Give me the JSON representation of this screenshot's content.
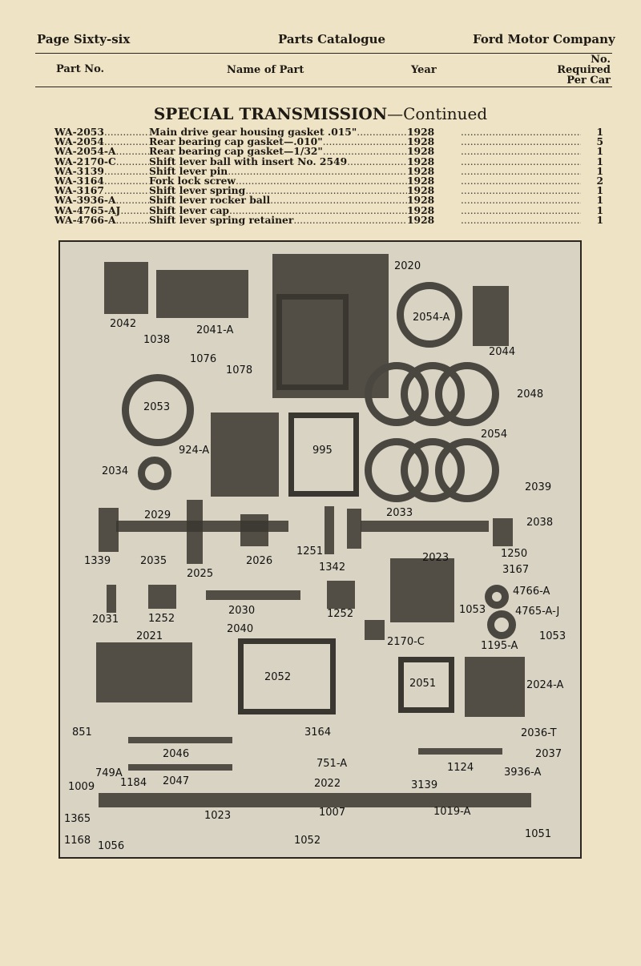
{
  "header": {
    "page": "Page Sixty-six",
    "catalogue": "Parts Catalogue",
    "company": "Ford Motor Company"
  },
  "columns": {
    "part_no": "Part No.",
    "name": "Name of Part",
    "year": "Year",
    "required_1": "No.",
    "required_2": "Required",
    "required_3": "Per Car"
  },
  "title": {
    "main": "SPECIAL TRANSMISSION",
    "cont": "—Continued"
  },
  "parts": [
    {
      "pn": "WA-2053",
      "name": "Main drive gear housing gasket .015\"",
      "year": "1928",
      "qty": "1"
    },
    {
      "pn": "WA-2054",
      "name": "Rear bearing cap gasket—.010\"",
      "year": "1928",
      "qty": "5"
    },
    {
      "pn": "WA-2054-A",
      "name": "Rear bearing cap gasket—1/32\"",
      "year": "1928",
      "qty": "1"
    },
    {
      "pn": "WA-2170-C",
      "name": "Shift lever ball with insert No. 2549",
      "year": "1928",
      "qty": "1"
    },
    {
      "pn": "WA-3139",
      "name": "Shift lever pin",
      "year": "1928",
      "qty": "1"
    },
    {
      "pn": "WA-3164",
      "name": "Fork lock screw",
      "year": "1928",
      "qty": "2"
    },
    {
      "pn": "WA-3167",
      "name": "Shift lever spring",
      "year": "1928",
      "qty": "1"
    },
    {
      "pn": "WA-3936-A",
      "name": "Shift lever rocker ball",
      "year": "1928",
      "qty": "1"
    },
    {
      "pn": "WA-4765-AJ",
      "name": "Shift lever cap",
      "year": "1928",
      "qty": "1"
    },
    {
      "pn": "WA-4766-A",
      "name": "Shift lever spring retainer",
      "year": "1928",
      "qty": "1"
    }
  ],
  "illustration_labels": [
    "2042",
    "2041-A",
    "2020",
    "2054-A",
    "2044",
    "1038",
    "1076",
    "1078",
    "2048",
    "2053",
    "924-A",
    "995",
    "2054",
    "2034",
    "2039",
    "2029",
    "2033",
    "2038",
    "1339",
    "2035",
    "2026",
    "1251",
    "1342",
    "2025",
    "2023",
    "1250",
    "3167",
    "2031",
    "1252",
    "2030",
    "1252",
    "4766-A",
    "1053",
    "4765-A-J",
    "2040",
    "2021",
    "2170-C",
    "1195-A",
    "1053",
    "2052",
    "2051",
    "2024-A",
    "851",
    "3164",
    "2036-T",
    "2046",
    "751-A",
    "2037",
    "749A",
    "1184",
    "2047",
    "2022",
    "3139",
    "1124",
    "3936-A",
    "1009",
    "1023",
    "1007",
    "1019-A",
    "1365",
    "1168",
    "1052",
    "1051",
    "1056"
  ]
}
